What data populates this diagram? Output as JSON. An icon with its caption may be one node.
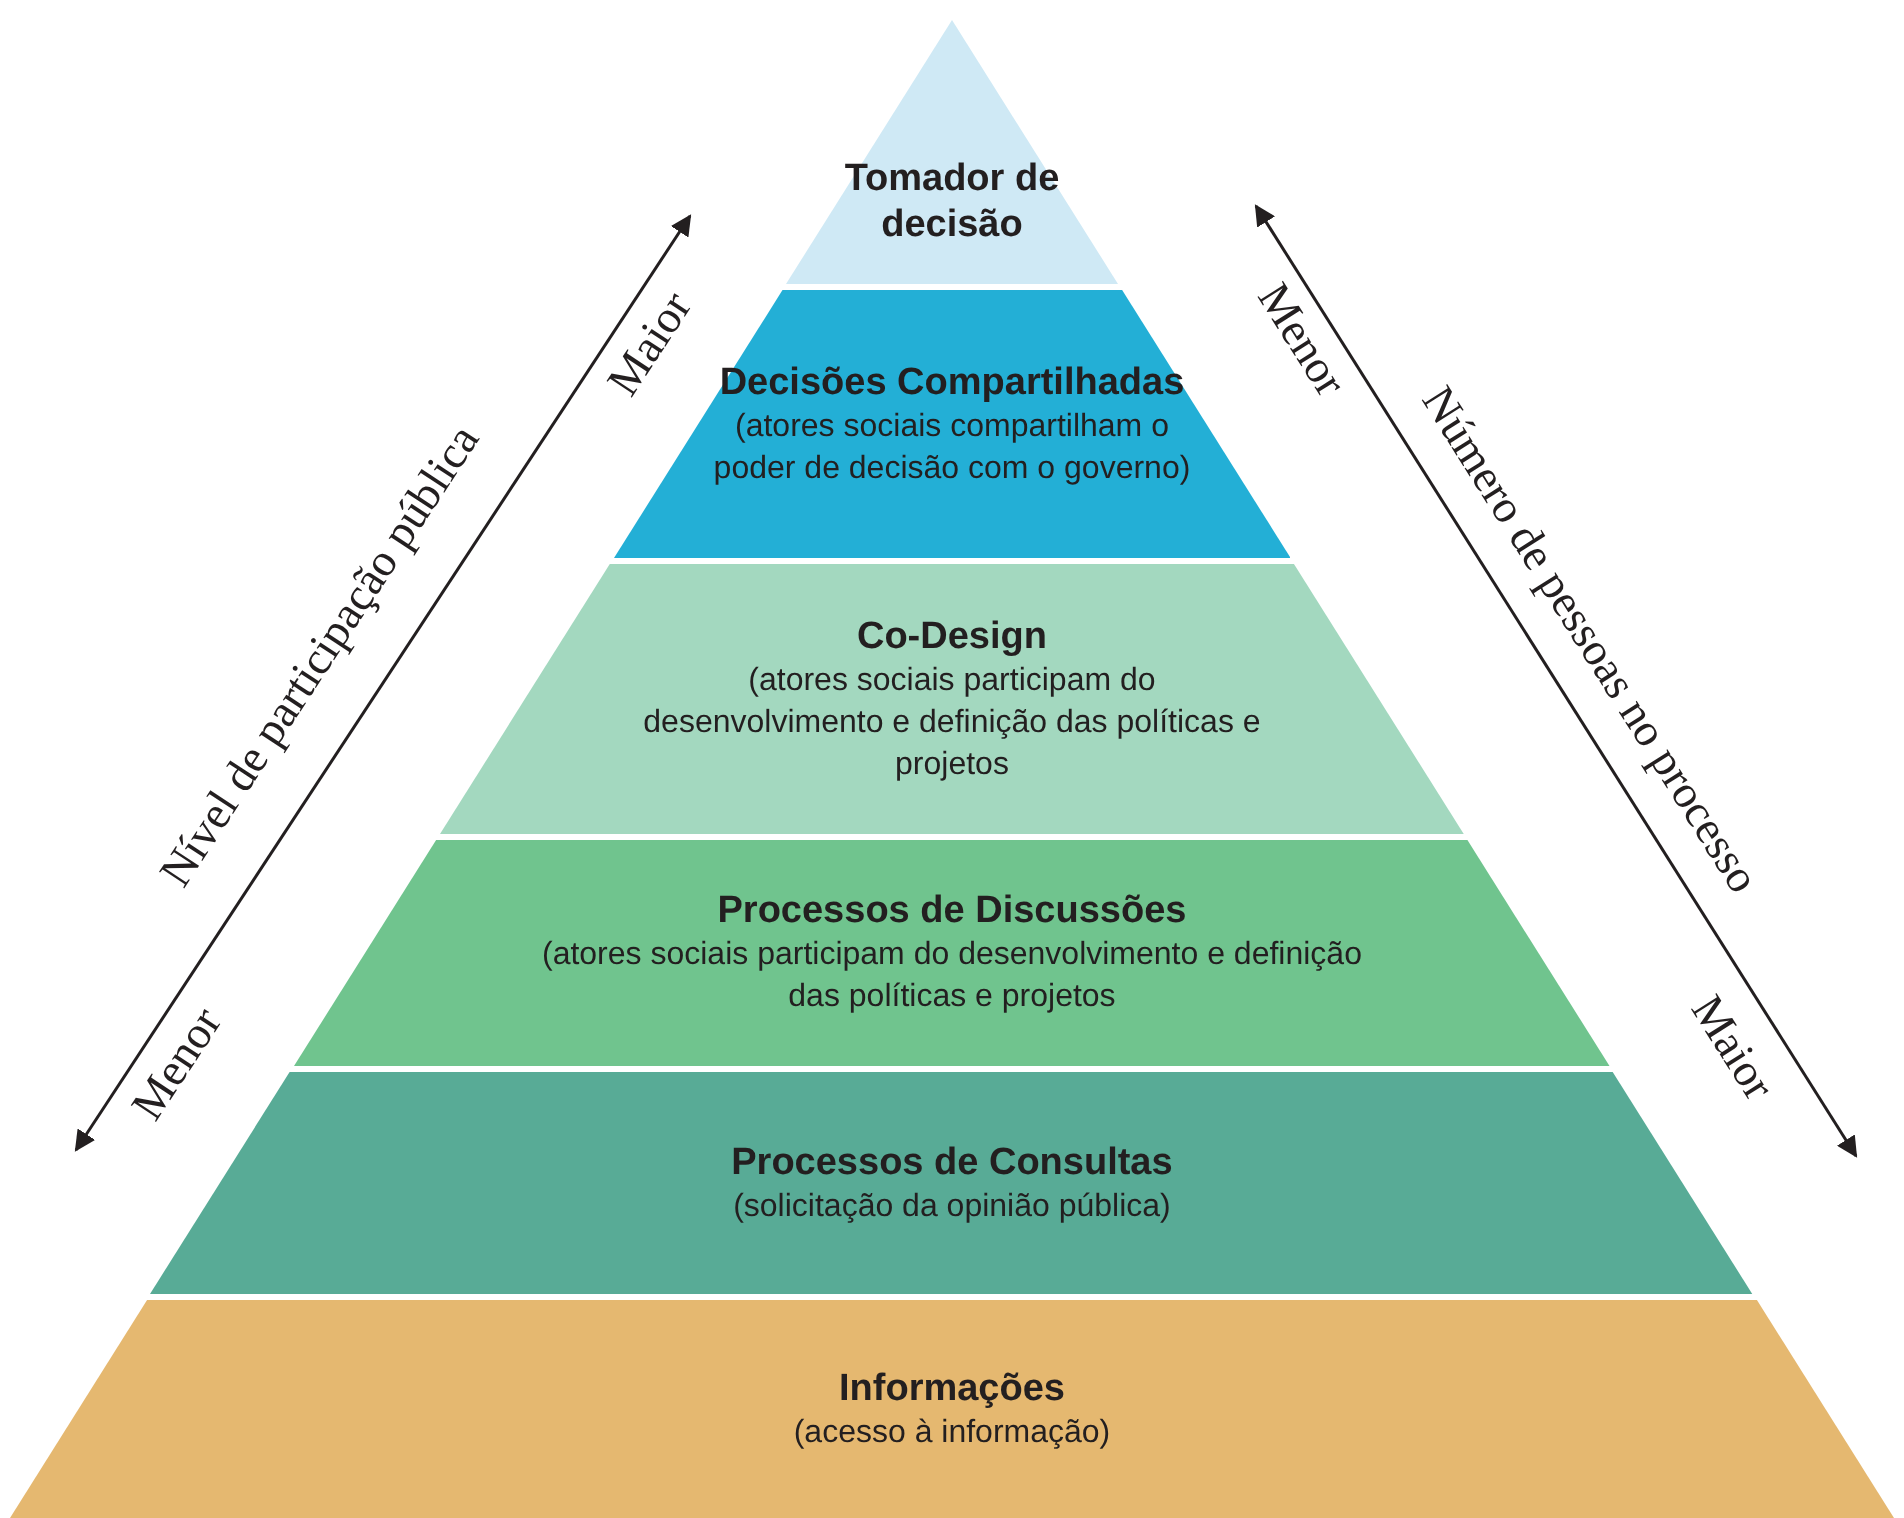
{
  "diagram": {
    "nodes": [
      {
        "text": [
          "Tomador de decisão"
        ]
      },
      {
        "text": [
          "Decisões Compartilhadas",
          "(atores sociais compartilham o poder de decisão com o governo)"
        ]
      },
      {
        "text": [
          "Co-Design",
          "(atores sociais participam do desenvolvimento e definição das políticas e projetos"
        ]
      },
      {
        "text": [
          "Processos de Discussões",
          "(atores sociais participam do desenvolvimento e definição das políticas e projetos"
        ]
      },
      {
        "text": [
          "Processos de Consultas",
          "(solicitação da opinião pública)"
        ]
      },
      {
        "text": [
          "Informações",
          "(acesso à informação)"
        ]
      }
    ],
    "labels": [
      "Maior",
      "Nível de participação pública",
      "Menor",
      "Menor",
      "Número de pessoas no processo",
      "Maior"
    ]
  }
}
